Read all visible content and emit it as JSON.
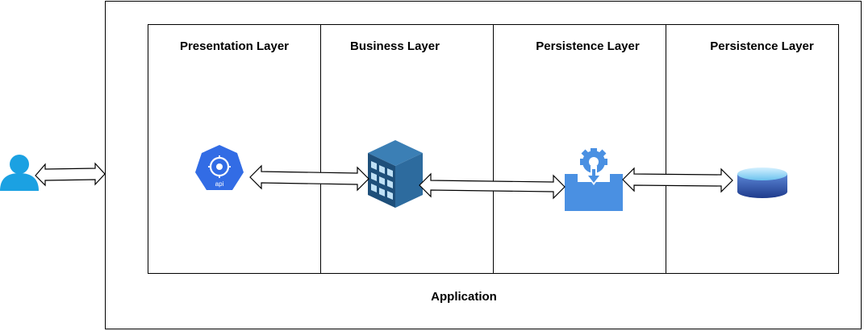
{
  "application": {
    "label": "Application"
  },
  "layers": [
    {
      "title": "Presentation Layer"
    },
    {
      "title": "Business Layer"
    },
    {
      "title": "Persistence Layer"
    },
    {
      "title": "Persistence Layer"
    }
  ],
  "icons": {
    "user": "user-icon",
    "api": "kubernetes-api-icon",
    "building": "building-icon",
    "persistence": "gear-inbox-icon",
    "database": "database-icon"
  },
  "api_label": "api",
  "colors": {
    "user": "#1ba1e2",
    "api": "#326ce5",
    "building_front": "#1e4f7a",
    "building_side": "#2d6b9e",
    "persistence": "#4a90e2",
    "database_top": "#9fd6f3",
    "database_body": "#2b4aa0"
  }
}
